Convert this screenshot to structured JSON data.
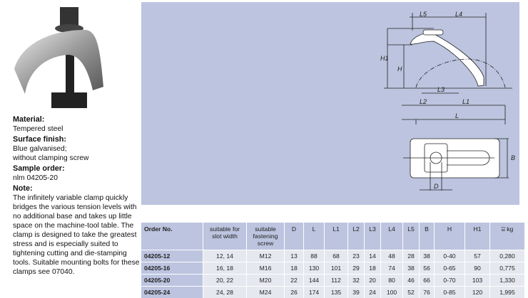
{
  "description": {
    "material_label": "Material:",
    "material": "Tempered steel",
    "finish_label": "Surface finish:",
    "finish_1": "Blue galvanised;",
    "finish_2": "without clamping screw",
    "sample_label": "Sample order:",
    "sample": "nlm 04205-20",
    "note_label": "Note:",
    "note": "The infinitely variable clamp quickly bridges the various tension levels with no additional base and takes up little space on the machine-tool table. The clamp is designed to take the greatest stress and is especially suited to tightening cutting and die-stamping tools. Suitable mounting bolts for these clamps see 07040."
  },
  "drawing_labels": {
    "L5": "L5",
    "L4": "L4",
    "H1": "H1",
    "H": "H",
    "L3": "L3",
    "L2": "L2",
    "L1": "L1",
    "L": "L",
    "B": "B",
    "D": "D"
  },
  "table": {
    "headers": [
      "Order No.",
      "suitable for slot width",
      "suitable fastening screw",
      "D",
      "L",
      "L1",
      "L2",
      "L3",
      "L4",
      "L5",
      "B",
      "H",
      "H1",
      "kg"
    ],
    "weight_icon": "weight-icon",
    "rows": [
      [
        "04205-12",
        "12, 14",
        "M12",
        "13",
        "88",
        "68",
        "23",
        "14",
        "48",
        "28",
        "38",
        "0-40",
        "57",
        "0,280"
      ],
      [
        "04205-16",
        "16, 18",
        "M16",
        "18",
        "130",
        "101",
        "29",
        "18",
        "74",
        "38",
        "56",
        "0-65",
        "90",
        "0,775"
      ],
      [
        "04205-20",
        "20, 22",
        "M20",
        "22",
        "144",
        "112",
        "32",
        "20",
        "80",
        "46",
        "66",
        "0-70",
        "103",
        "1,330"
      ],
      [
        "04205-24",
        "24, 28",
        "M24",
        "26",
        "174",
        "135",
        "39",
        "24",
        "100",
        "52",
        "76",
        "0-85",
        "120",
        "1,995"
      ]
    ]
  }
}
